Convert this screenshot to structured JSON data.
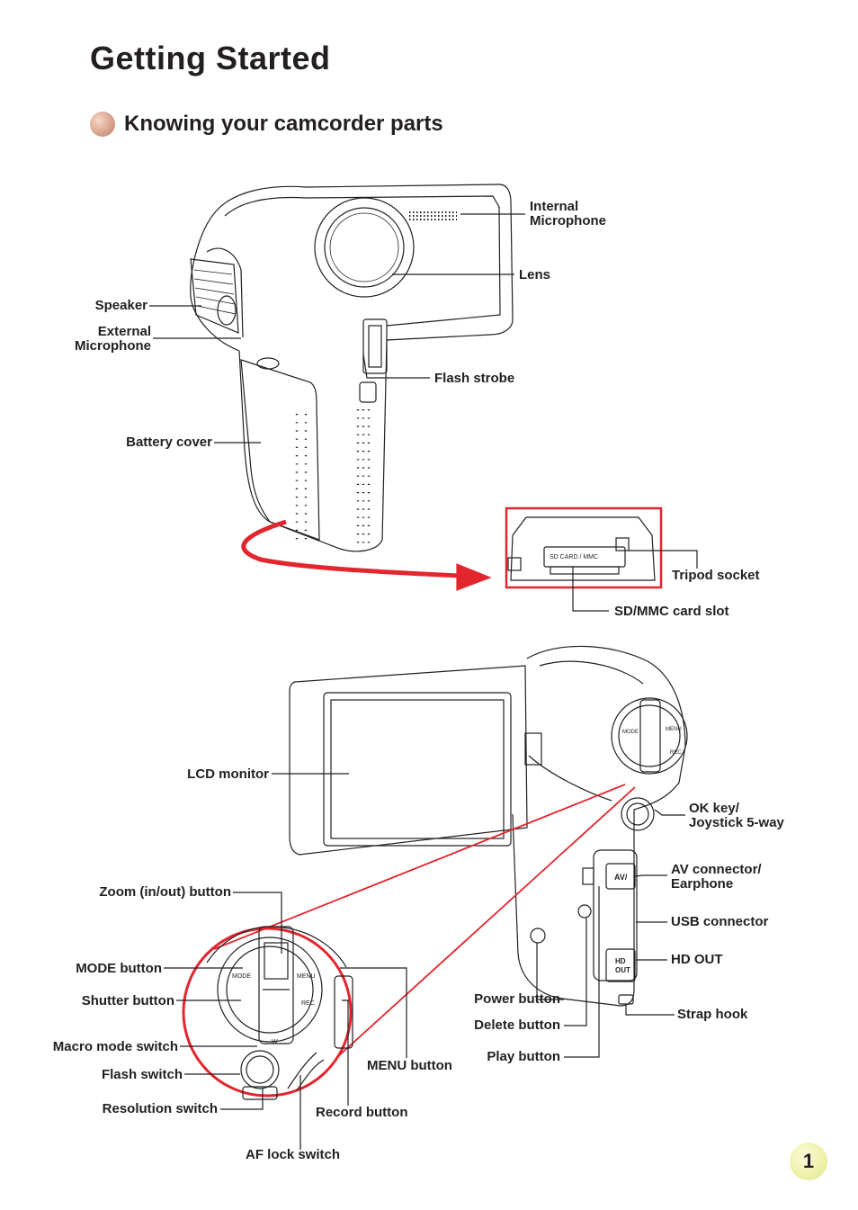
{
  "page": {
    "title": "Getting Started",
    "subtitle": "Knowing your camcorder parts",
    "page_number": "1"
  },
  "labels": {
    "internal_mic_1": "Internal",
    "internal_mic_2": "Microphone",
    "lens": "Lens",
    "speaker": "Speaker",
    "external_mic_1": "External",
    "external_mic_2": "Microphone",
    "flash_strobe": "Flash strobe",
    "battery_cover": "Battery cover",
    "tripod_socket": "Tripod socket",
    "sd_slot": "SD/MMC card slot",
    "sd_inset_text": "SD CARD / MMC",
    "lcd_monitor": "LCD monitor",
    "ok_key_1": "OK key/",
    "ok_key_2": "Joystick 5-way",
    "av_1": "AV connector/",
    "av_2": "Earphone",
    "usb": "USB connector",
    "hd_out": "HD OUT",
    "zoom": "Zoom (in/out) button",
    "mode": "MODE button",
    "shutter": "Shutter button",
    "macro": "Macro mode switch",
    "flash_switch": "Flash switch",
    "resolution": "Resolution switch",
    "af_lock": "AF lock switch",
    "menu": "MENU button",
    "record": "Record button",
    "power": "Power button",
    "delete": "Delete button",
    "play": "Play button",
    "strap": "Strap hook"
  },
  "device_markings": {
    "mode": "MODE",
    "menu": "MENU",
    "rec": "REC",
    "av": "AV/",
    "hd": "HD",
    "out": "OUT",
    "w": "W"
  },
  "colors": {
    "accent_red": "#e3262e",
    "line": "#231f20"
  }
}
